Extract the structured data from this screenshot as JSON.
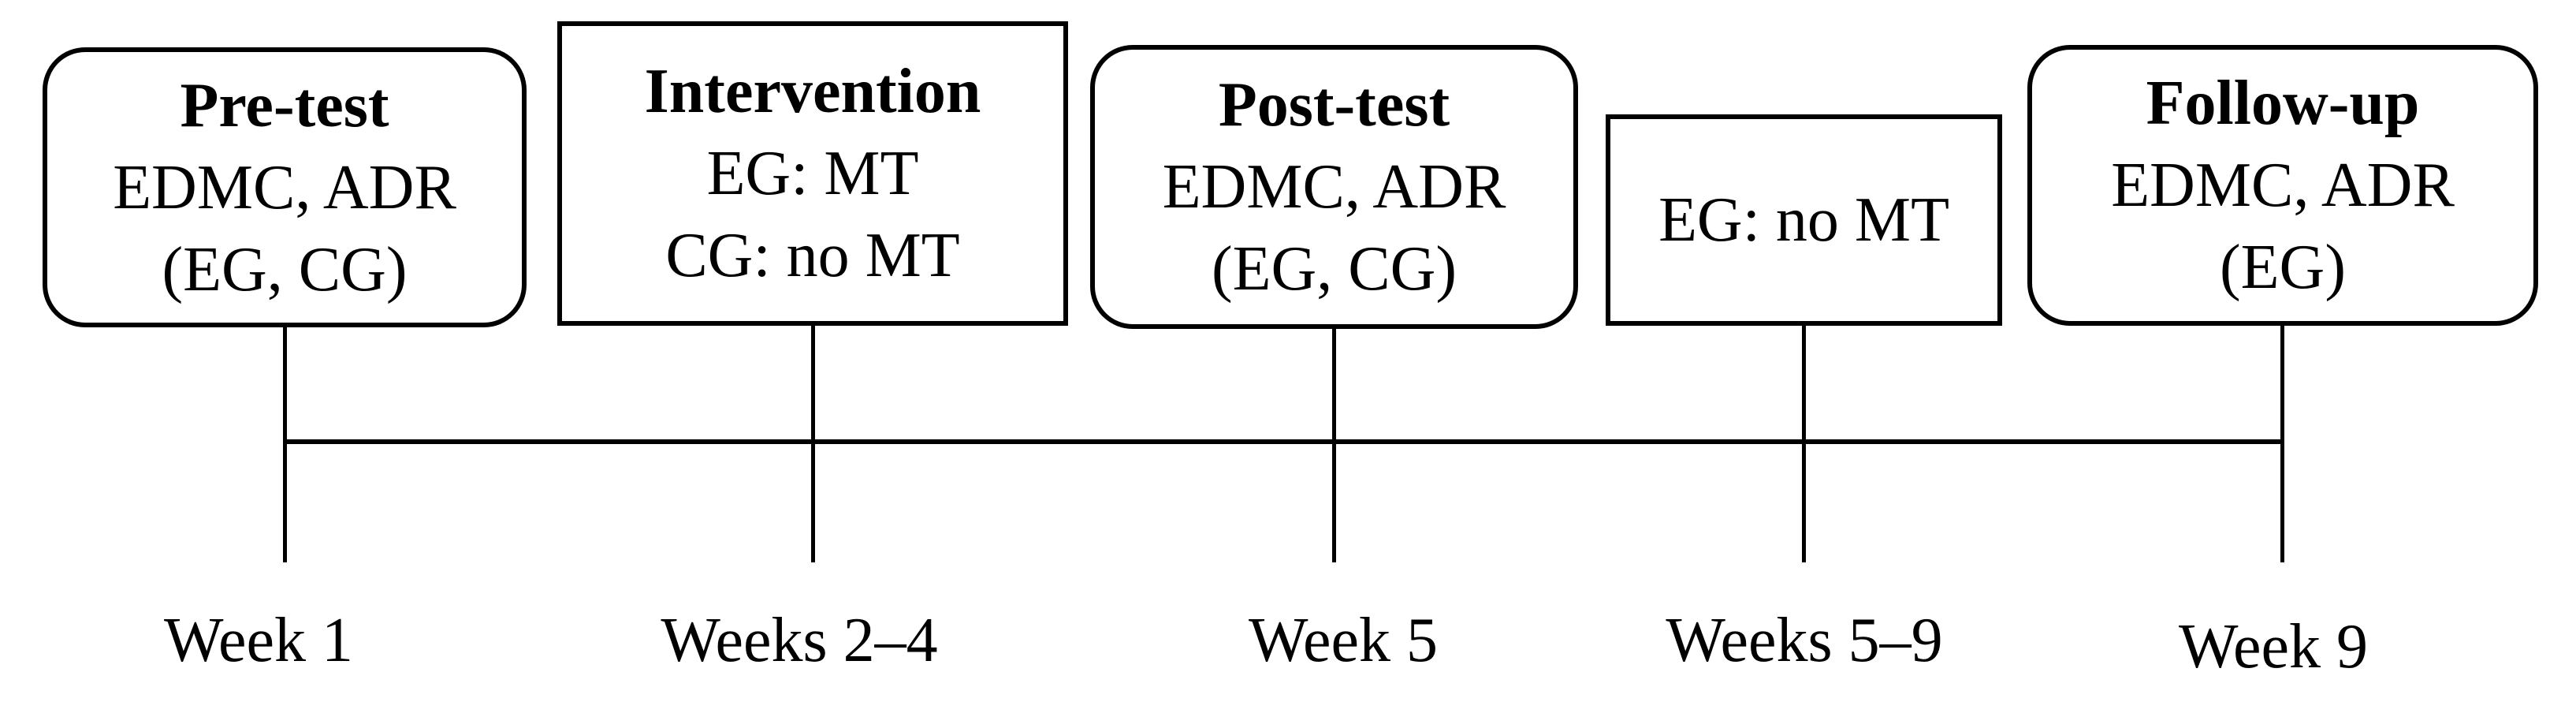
{
  "figure": {
    "type": "study-timeline-diagram",
    "colors": {
      "background": "#ffffff",
      "line": "#000000",
      "text": "#000000"
    },
    "stages": [
      {
        "title": "Pre-test",
        "lines": [
          "EDMC, ADR",
          "(EG, CG)"
        ],
        "shape": "rounded",
        "week": "Week 1"
      },
      {
        "title": "Intervention",
        "lines": [
          "EG: MT",
          "CG: no MT"
        ],
        "shape": "rect",
        "week": "Weeks 2–4"
      },
      {
        "title": "Post-test",
        "lines": [
          "EDMC, ADR",
          "(EG, CG)"
        ],
        "shape": "rounded",
        "week": "Week 5"
      },
      {
        "title": "",
        "lines": [
          "EG: no MT"
        ],
        "shape": "rect",
        "week": "Weeks 5–9"
      },
      {
        "title": "Follow-up",
        "lines": [
          "EDMC, ADR",
          "(EG)"
        ],
        "shape": "rounded",
        "week": "Week 9"
      }
    ]
  }
}
